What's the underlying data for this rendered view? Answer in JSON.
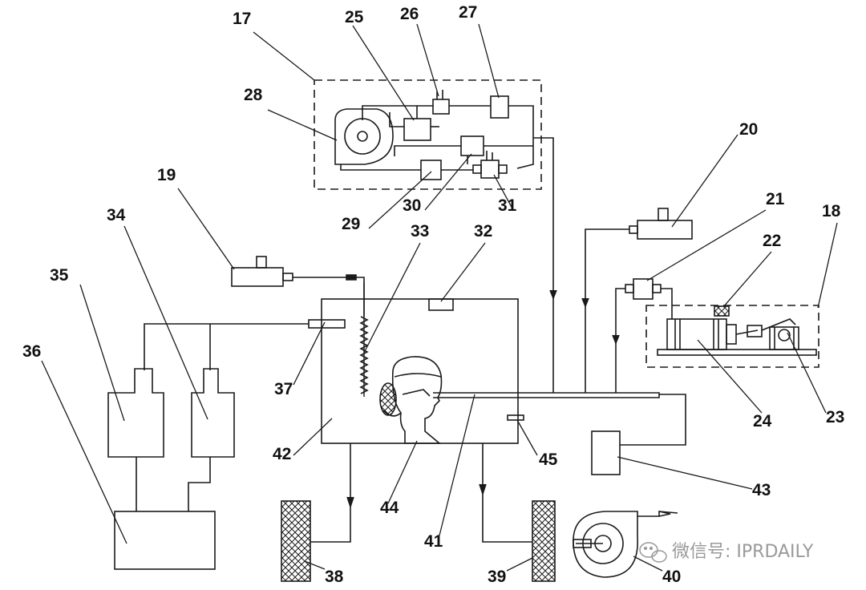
{
  "labels": {
    "l17": "17",
    "l25": "25",
    "l26": "26",
    "l27": "27",
    "l28": "28",
    "l20": "20",
    "l19": "19",
    "l34": "34",
    "l33": "33",
    "l32": "32",
    "l29": "29",
    "l30": "30",
    "l31": "31",
    "l21": "21",
    "l22": "22",
    "l18": "18",
    "l35": "35",
    "l36": "36",
    "l37": "37",
    "l42": "42",
    "l24": "24",
    "l23": "23",
    "l45": "45",
    "l43": "43",
    "l44": "44",
    "l41": "41",
    "l38": "38",
    "l39": "39",
    "l40": "40"
  },
  "watermark": {
    "text": "微信号: IPRDAILY",
    "icon": "wechat-icon"
  },
  "colors": {
    "stroke": "#1a1a1a",
    "background": "#ffffff",
    "watermark": "#9a9a9a"
  }
}
